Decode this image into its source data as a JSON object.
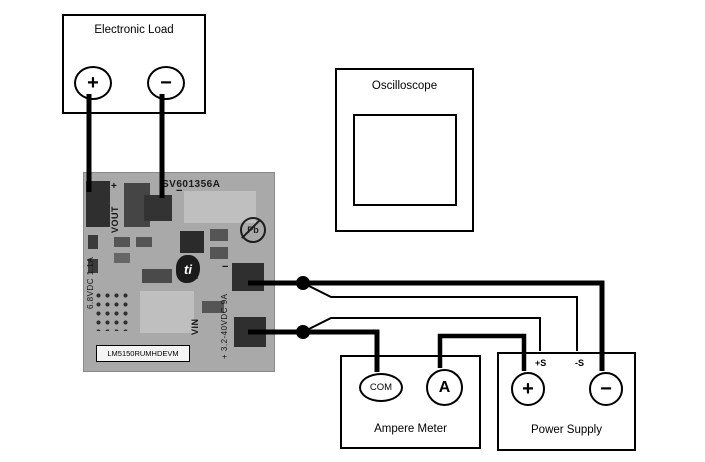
{
  "electronic_load": {
    "title": "Electronic Load",
    "plus": "+",
    "minus": "−"
  },
  "oscilloscope": {
    "title": "Oscilloscope"
  },
  "evm_board": {
    "serial": "SV601356A",
    "sticker_label": "LM5150RUMHDEVM",
    "vout_label": "VOUT",
    "vout_plus": "+",
    "vout_minus": "−",
    "vout_rating": "6.8VDC 1.1A",
    "vin_label": "VIN",
    "vin_minus": "−",
    "vin_rating": "+ 3.2-40VDC 9A",
    "pb": "Pb",
    "ti": "ti"
  },
  "ampere_meter": {
    "title": "Ampere Meter",
    "com": "COM",
    "amp": "A"
  },
  "power_supply": {
    "title": "Power Supply",
    "plus": "+",
    "minus": "−",
    "plus_sense": "+S",
    "minus_sense": "-S"
  },
  "colors": {
    "wire": "#000000",
    "board": "#a9a9a9",
    "component": "#2f2f2f",
    "background": "#ffffff"
  }
}
